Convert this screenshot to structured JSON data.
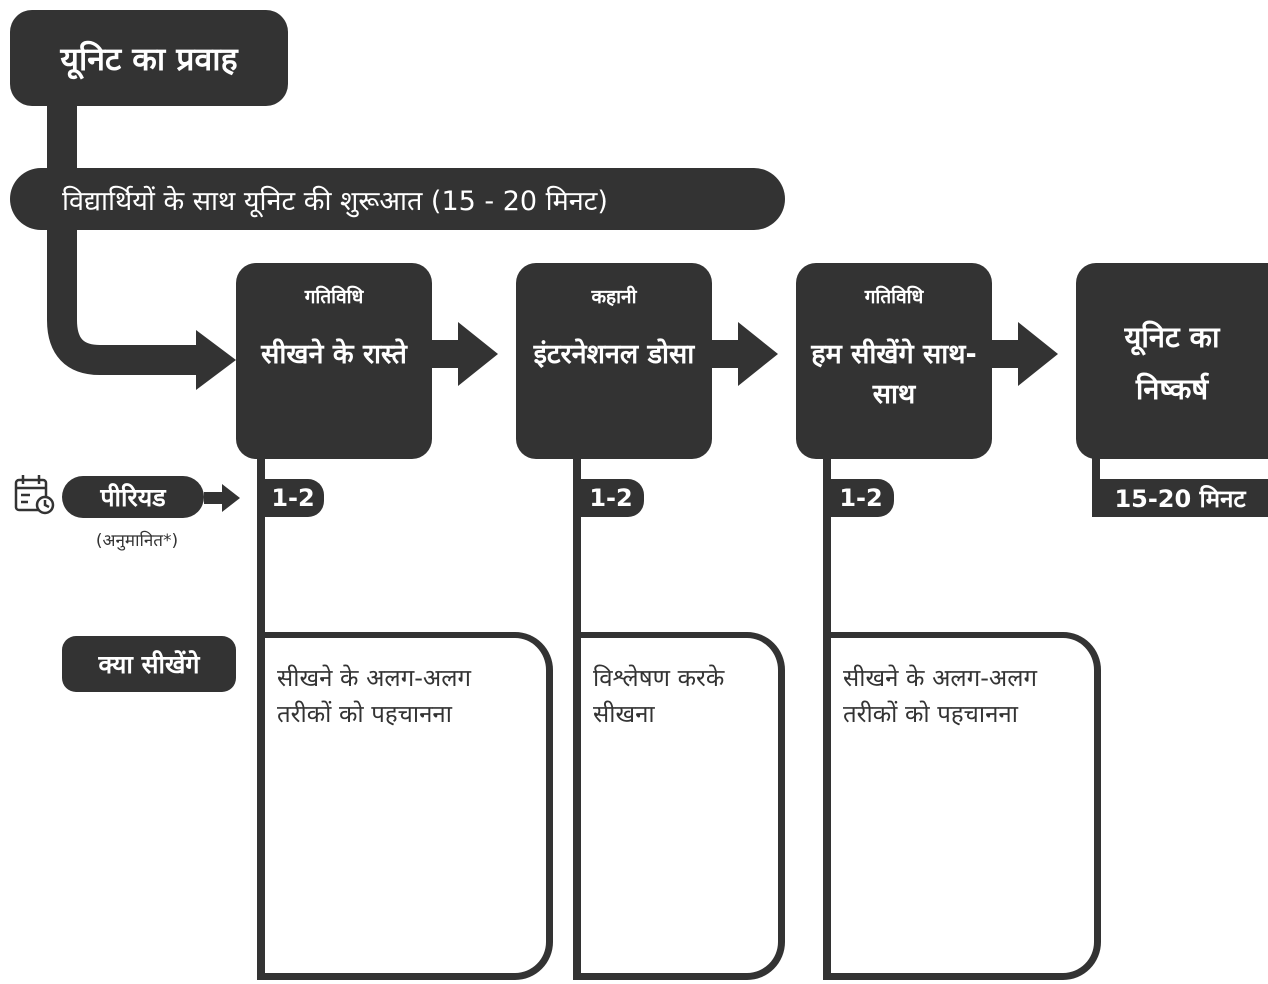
{
  "header": {
    "title": "यूनिट का प्रवाह"
  },
  "start_bar": {
    "label": "विद्यार्थियों के साथ यूनिट की शुरूआत (15 - 20 मिनट)"
  },
  "steps": [
    {
      "kind": "गतिविधि",
      "title": "सीखने के रास्ते",
      "period": "1-2",
      "learning": "सीखने के अलग-अलग तरीकों को पहचानना"
    },
    {
      "kind": "कहानी",
      "title": "इंटरनेशनल डोसा",
      "period": "1-2",
      "learning": "विश्लेषण करके सीखना"
    },
    {
      "kind": "गतिविधि",
      "title": "हम सीखेंगे साथ-साथ",
      "period": "1-2",
      "learning": "सीखने के अलग-अलग तरीकों को पहचानना"
    }
  ],
  "final_step": {
    "title": "यूनिट का निष्कर्ष",
    "duration": "15-20 मिनट"
  },
  "period_row": {
    "label": "पीरियड",
    "note": "(अनुमानित*)",
    "icon": "calendar-clock-icon"
  },
  "learn_row": {
    "label": "क्या सीखेंगे"
  },
  "colors": {
    "dark": "#333333",
    "background": "#ffffff"
  }
}
